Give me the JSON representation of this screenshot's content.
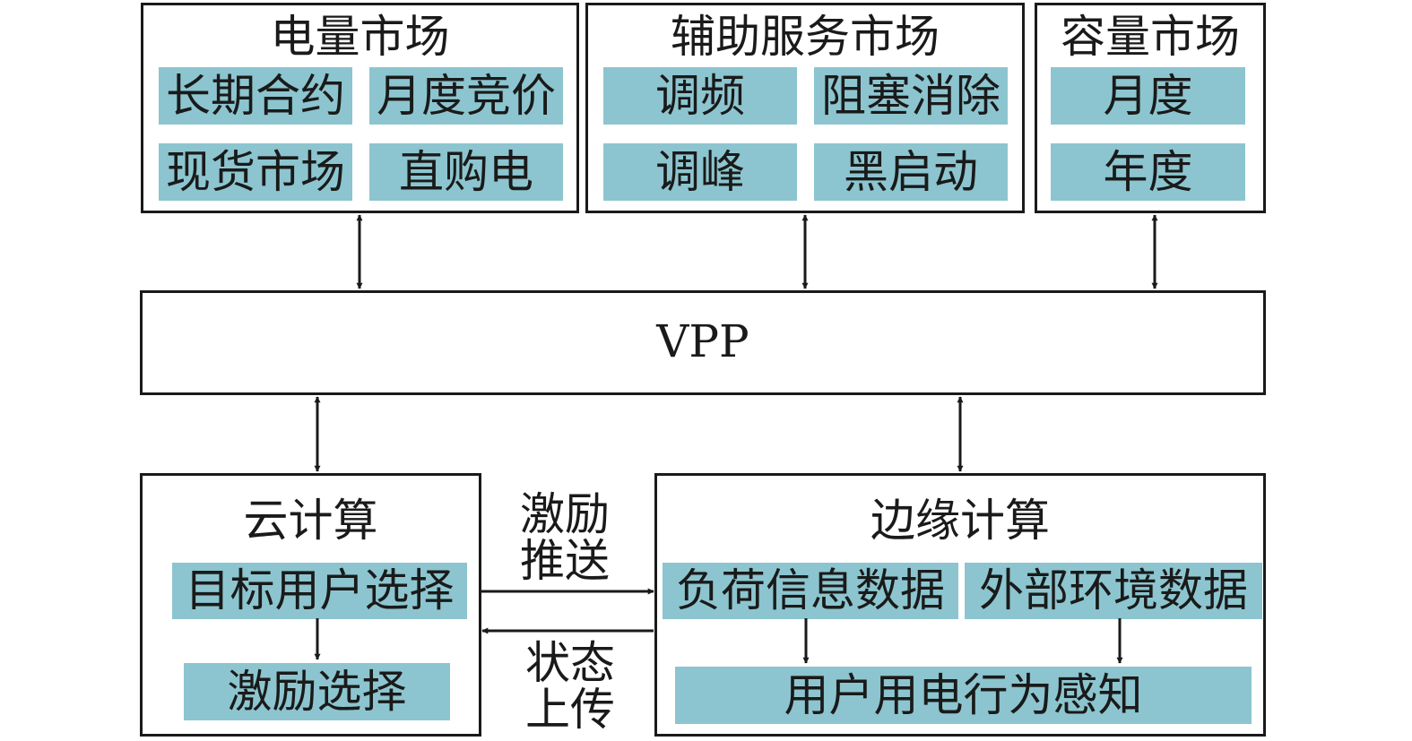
{
  "markets": {
    "energy": {
      "title": "电量市场",
      "items": [
        "长期合约",
        "月度竞价",
        "现货市场",
        "直购电"
      ]
    },
    "ancillary": {
      "title": "辅助服务市场",
      "items": [
        "调频",
        "阻塞消除",
        "调峰",
        "黑启动"
      ]
    },
    "capacity": {
      "title": "容量市场",
      "items": [
        "月度",
        "年度"
      ]
    }
  },
  "vpp": {
    "label": "VPP"
  },
  "cloud": {
    "title": "云计算",
    "step1": "目标用户选择",
    "step2": "激励选择"
  },
  "edge": {
    "title": "边缘计算",
    "data1": "负荷信息数据",
    "data2": "外部环境数据",
    "result": "用户用电行为感知"
  },
  "links": {
    "incentive_push": [
      "激励",
      "推送"
    ],
    "status_upload": [
      "状态",
      "上传"
    ]
  },
  "colors": {
    "cell_fill": "#8cc5cf",
    "stroke": "#1a1a1a"
  }
}
